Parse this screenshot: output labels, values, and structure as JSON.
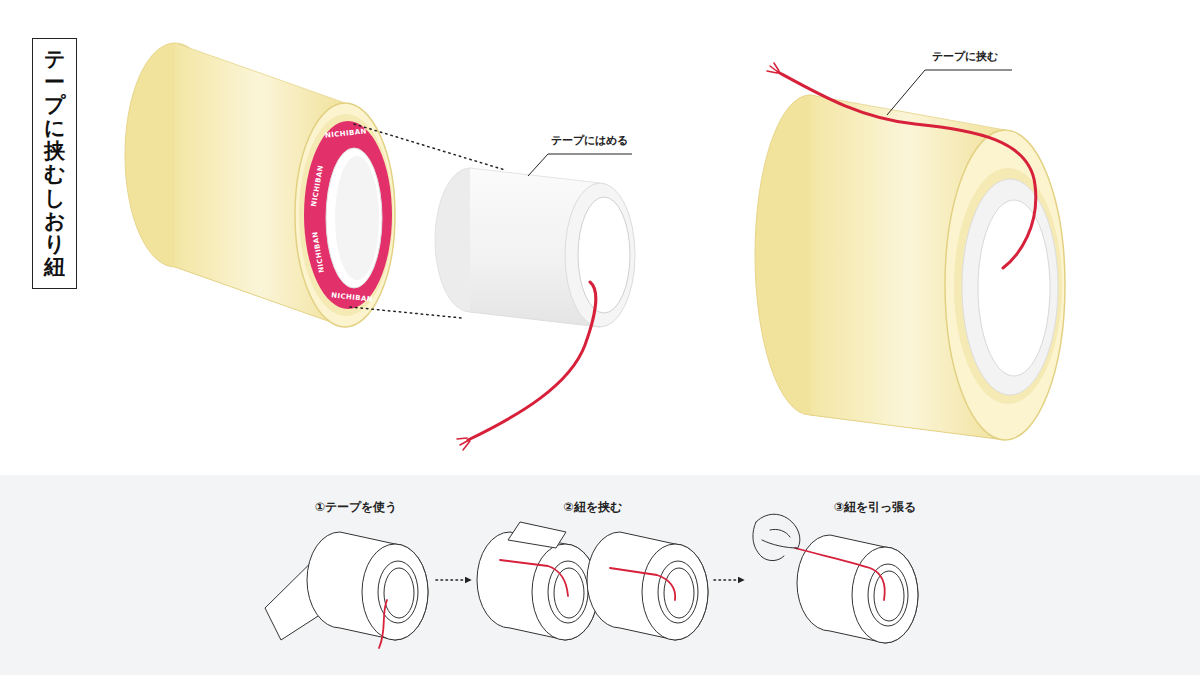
{
  "diagram": {
    "title": "テープに挟むしおり紐",
    "nodes": [
      {
        "text": [
          "①テープを使う"
        ]
      },
      {
        "text": [
          "②紐を挟む"
        ]
      },
      {
        "text": [
          "③紐を引っ張る"
        ]
      }
    ],
    "edges": [
      {
        "from": 0,
        "to": 1,
        "arrow": "to"
      },
      {
        "from": 1,
        "to": 2,
        "arrow": "to"
      }
    ],
    "labels": [
      "NICHIBAN",
      "NICHIBAN",
      "NICHIBAN",
      "NICHIBAN",
      "テープにはめる",
      "テープに挟む"
    ]
  }
}
